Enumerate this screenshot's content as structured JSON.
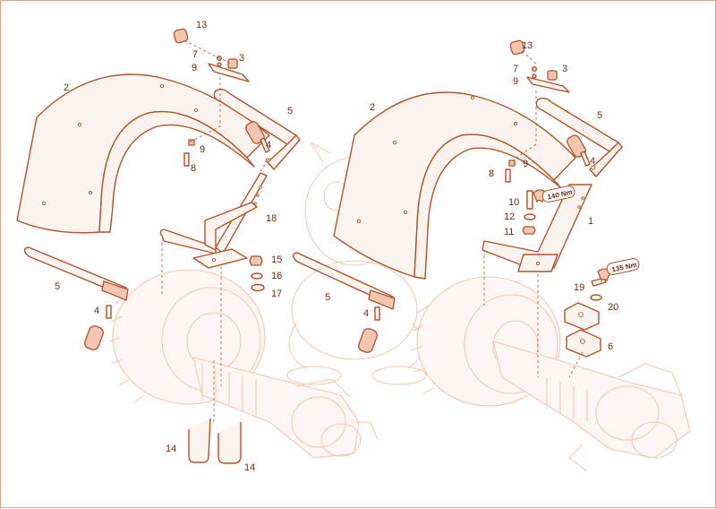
{
  "diagram": {
    "colors": {
      "line": "#b4502a",
      "fill": "#fbf3ee",
      "ghost": "#f1c9b4",
      "text": "#6a2c14"
    },
    "left_group": {
      "labels": {
        "fender": "2",
        "bracket": "3",
        "bolt_short": "4",
        "bolt_lower": "4",
        "tube_top": "5",
        "tube_bottom": "5",
        "washer_a": "7",
        "bolt_8": "8",
        "nut_a": "9",
        "nut_b": "9",
        "cap": "13",
        "ubolt_a": "14",
        "ubolt_b": "14",
        "nut_15": "15",
        "washer_16": "16",
        "washer_17": "17",
        "stand": "18"
      }
    },
    "right_group": {
      "labels": {
        "bracket_arm": "1",
        "fender": "2",
        "bracket": "3",
        "bolt_short": "4",
        "tube_top": "5",
        "tube_bottom": "5",
        "lower_bolt": "4",
        "plate": "6",
        "washer_a": "7",
        "bolt_8": "8",
        "nut_a": "9",
        "nut_b": "9",
        "bolt_10": "10",
        "nut_11": "11",
        "washer_12": "12",
        "cap": "13",
        "bolt_19": "19",
        "washer_20": "20"
      },
      "torque": {
        "upper": "140 Nm",
        "lower": "135 Nm"
      }
    }
  }
}
